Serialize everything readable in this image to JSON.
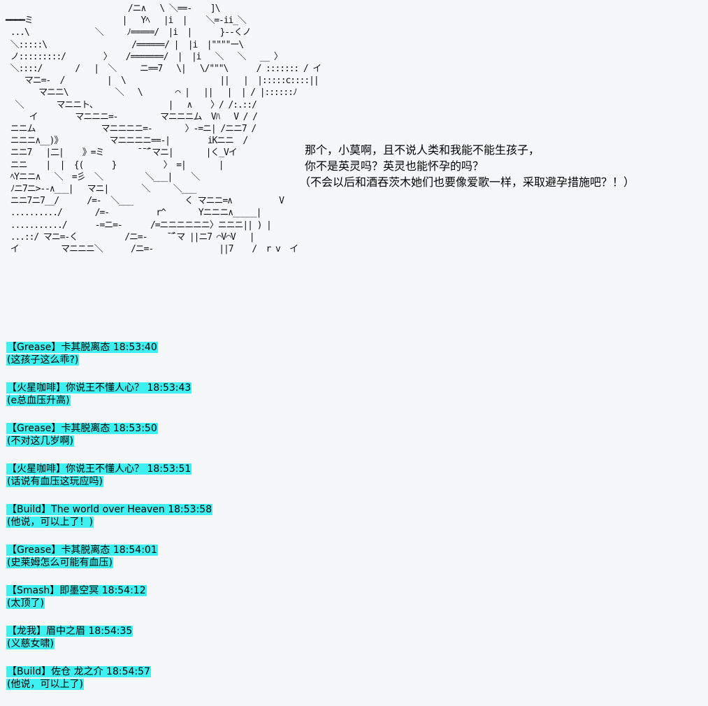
{
  "ascii_art": "                          /ニ∧   \\ ＼==-    ]\\\n━━━━ミ                   |   Yﾍ   |i  |    ＼=-ii_＼\n ...\\              ＼     ﾉ=====/  |i  |      }--くノ\n ＼:::::\\                  /======/ |  |i  |\"\"\"\"ー\\\n ノ:::::::::/        〉   /=======/  |  |i   ＼   ＼   __ 〉\n ＼::::/       /   |  ＼     ニ==7   \\|   \\/\"\"\"\\      / ::::::: / イ\n    マニ=-  /         |  \\                    ||   |  |:::::c::::||\n       マニニ\\          ＼   \\       ⌒ |   ||   |  | / |::::::ﾉ\n  ＼       マニニト、               |   ∧    〉/ /:.::/\n     イ        マニニニ=-         マニニニム  Vﾊ   V / /\n ニニム              マニニニニ=-       〉-=ニ| /ニニ7 /\n ニニニ∧__)》          マニニニニ==-|        iKニニ  /\n ニニ7   |二|    》=ミ       ̄ ̄ ̄ ̄ﾞマニ|       |く_Vイ\n ニニ    |  |  {(      }          〉 =|       |\n ﾍYニニ∧   ＼  =彡  ＼         ＼___|    ＼\n ﾉニ7ニ>--∧___|   マニ|       ＼     ＼___\n ニニ7ニ7__/      /=-  ＼___           く マニニ=∧          V\n ........../       /=-          r^       Yニニニ∧_____|\n .........../      -=ニ=-      /=ニニニニニニ〉ニニニ|| ) |\n ...::/ マニ=-く          /ニ=-    ̄ ̄ ̄ﾞマ ||ニ7 ⌒V⌒V   |\n イ         マニニニ＼      /ニ=-              ||7    /  r v  イ",
  "dialogue": [
    "那个，小莫啊，且不说人类和我能不能生孩子，",
    "你不是英灵吗？英灵也能怀孕的吗？",
    "（不会以后和酒吞茨木她们也要像爱歌一样，采取避孕措施吧？！）"
  ],
  "chat_messages": [
    {
      "header": "【Grease】卡其脱离态 18:53:40",
      "body": "(这孩子这么乖?)"
    },
    {
      "header": "【火星咖啡】你说王不懂人心？ 18:53:43",
      "body": "(e总血压升高)"
    },
    {
      "header": "【Grease】卡其脱离态 18:53:50",
      "body": "(不对这几岁啊)"
    },
    {
      "header": "【火星咖啡】你说王不懂人心？ 18:53:51",
      "body": "(话说有血压这玩应吗)"
    },
    {
      "header": "【Build】The world over Heaven 18:53:58",
      "body": "(他说，可以上了！)"
    },
    {
      "header": "【Grease】卡其脱离态 18:54:01",
      "body": "(史莱姆怎么可能有血压)"
    },
    {
      "header": "【Smash】即墨空冥 18:54:12",
      "body": "(太顶了)"
    },
    {
      "header": "【龙我】眉中之眉 18:54:35",
      "body": "(义慈女啸)"
    },
    {
      "header": "【Build】佐仓 龙之介 18:54:57",
      "body": "(他说，可以上了)"
    }
  ],
  "colors": {
    "background": "#f6f7f8",
    "highlight": "#3ef0f0"
  }
}
